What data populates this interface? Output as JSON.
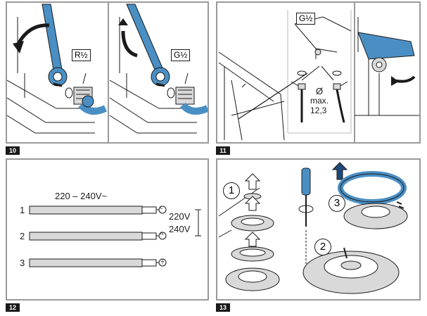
{
  "steps": [
    {
      "number": "10",
      "label_left": "R½",
      "label_right": "G½"
    },
    {
      "number": "11",
      "thread_label": "G½",
      "pipe_label_symbol": "Ø",
      "pipe_label_max": "max.",
      "pipe_label_value": "12,3"
    },
    {
      "number": "12",
      "voltage_range": "220 – 240V~",
      "wire_1": "1",
      "wire_2": "2",
      "wire_3": "3",
      "terminal_l": "L",
      "terminal_n": "N",
      "terminal_earth": "⏚",
      "voltage_a": "220V",
      "voltage_b": "240V"
    },
    {
      "number": "13",
      "substep_1": "1",
      "substep_2": "2",
      "substep_3": "3"
    }
  ],
  "colors": {
    "tool_blue": "#4a8fc4",
    "frame_gray": "#9a9a9a",
    "line": "#1a1a1a",
    "metal": "#d9d9d9"
  }
}
